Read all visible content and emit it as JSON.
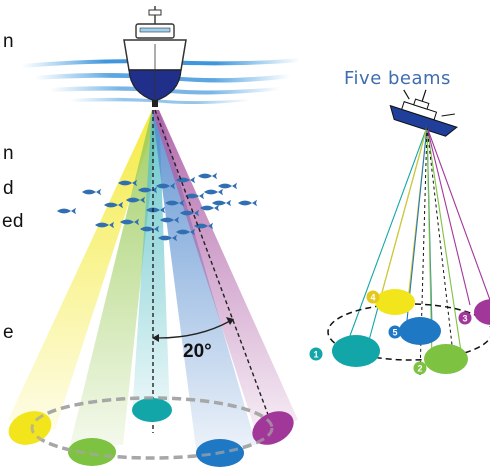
{
  "left_edge_text": [
    "n",
    "n",
    "d",
    "ed",
    "e"
  ],
  "left_panel": {
    "angle_label": "20°",
    "beam_colors": [
      "#f4ea3a",
      "#9dcc5c",
      "#5dc2c9",
      "#5a8fd0",
      "#b062a8"
    ],
    "spot_colors": [
      "#f2e51c",
      "#7ec242",
      "#13a6a8",
      "#1f78c4",
      "#a2379a"
    ],
    "fish_color": "#2f6fb2"
  },
  "right_panel": {
    "title": "Five beams",
    "title_color": "#3f6db0",
    "beams": [
      {
        "number": "1",
        "color": "#13a6a8"
      },
      {
        "number": "2",
        "color": "#7ec242"
      },
      {
        "number": "3",
        "color": "#a2379a"
      },
      {
        "number": "4",
        "color": "#e4c81e"
      },
      {
        "number": "5",
        "color": "#1f78c4"
      }
    ]
  }
}
